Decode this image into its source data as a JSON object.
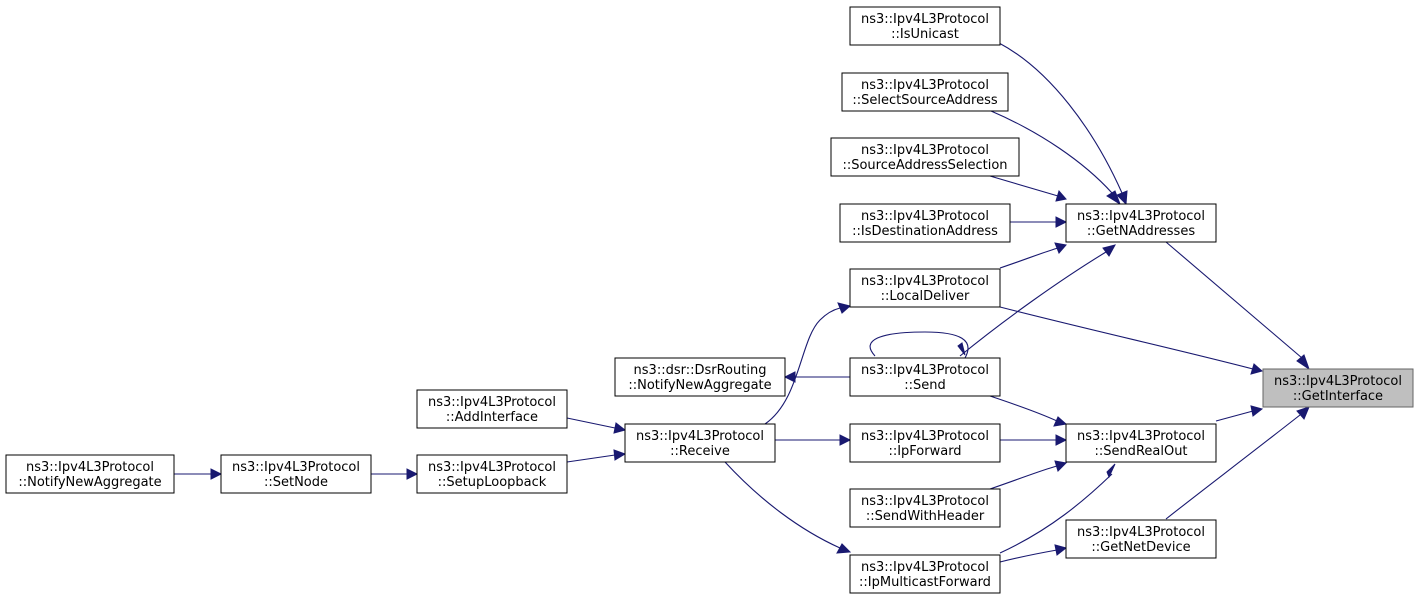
{
  "colors": {
    "edge": "#191970",
    "node_border": "#000000",
    "highlight_fill": "#bfbfbf",
    "highlight_border": "#666666",
    "background": "#ffffff"
  },
  "nodes": [
    {
      "id": "getinterface",
      "line1": "ns3::Ipv4L3Protocol",
      "line2": "::GetInterface",
      "highlight": true
    },
    {
      "id": "getnaddresses",
      "line1": "ns3::Ipv4L3Protocol",
      "line2": "::GetNAddresses"
    },
    {
      "id": "isunicast",
      "line1": "ns3::Ipv4L3Protocol",
      "line2": "::IsUnicast"
    },
    {
      "id": "selectsourceaddress",
      "line1": "ns3::Ipv4L3Protocol",
      "line2": "::SelectSourceAddress"
    },
    {
      "id": "sourceaddressselection",
      "line1": "ns3::Ipv4L3Protocol",
      "line2": "::SourceAddressSelection"
    },
    {
      "id": "isdestinationaddress",
      "line1": "ns3::Ipv4L3Protocol",
      "line2": "::IsDestinationAddress"
    },
    {
      "id": "localdeliver",
      "line1": "ns3::Ipv4L3Protocol",
      "line2": "::LocalDeliver"
    },
    {
      "id": "send",
      "line1": "ns3::Ipv4L3Protocol",
      "line2": "::Send"
    },
    {
      "id": "sendrealout",
      "line1": "ns3::Ipv4L3Protocol",
      "line2": "::SendRealOut"
    },
    {
      "id": "ipforward",
      "line1": "ns3::Ipv4L3Protocol",
      "line2": "::IpForward"
    },
    {
      "id": "sendwithheader",
      "line1": "ns3::Ipv4L3Protocol",
      "line2": "::SendWithHeader"
    },
    {
      "id": "getnetdevice",
      "line1": "ns3::Ipv4L3Protocol",
      "line2": "::GetNetDevice"
    },
    {
      "id": "ipmulticastforward",
      "line1": "ns3::Ipv4L3Protocol",
      "line2": "::IpMulticastForward"
    },
    {
      "id": "dsrnotify",
      "line1": "ns3::dsr::DsrRouting",
      "line2": "::NotifyNewAggregate"
    },
    {
      "id": "receive",
      "line1": "ns3::Ipv4L3Protocol",
      "line2": "::Receive"
    },
    {
      "id": "addinterface",
      "line1": "ns3::Ipv4L3Protocol",
      "line2": "::AddInterface"
    },
    {
      "id": "setuploopback",
      "line1": "ns3::Ipv4L3Protocol",
      "line2": "::SetupLoopback"
    },
    {
      "id": "setnode",
      "line1": "ns3::Ipv4L3Protocol",
      "line2": "::SetNode"
    },
    {
      "id": "notifynewaggregate",
      "line1": "ns3::Ipv4L3Protocol",
      "line2": "::NotifyNewAggregate"
    }
  ],
  "edges": [
    {
      "from": "getnaddresses",
      "to": "getinterface"
    },
    {
      "from": "isunicast",
      "to": "getnaddresses"
    },
    {
      "from": "selectsourceaddress",
      "to": "getnaddresses"
    },
    {
      "from": "sourceaddressselection",
      "to": "getnaddresses"
    },
    {
      "from": "isdestinationaddress",
      "to": "getnaddresses"
    },
    {
      "from": "localdeliver",
      "to": "getnaddresses"
    },
    {
      "from": "send",
      "to": "getnaddresses"
    },
    {
      "from": "localdeliver",
      "to": "getinterface"
    },
    {
      "from": "sendrealout",
      "to": "getinterface"
    },
    {
      "from": "getnetdevice",
      "to": "getinterface"
    },
    {
      "from": "send",
      "to": "sendrealout"
    },
    {
      "from": "ipforward",
      "to": "sendrealout"
    },
    {
      "from": "sendwithheader",
      "to": "sendrealout"
    },
    {
      "from": "ipmulticastforward",
      "to": "sendrealout"
    },
    {
      "from": "ipmulticastforward",
      "to": "getnetdevice"
    },
    {
      "from": "send",
      "to": "send"
    },
    {
      "from": "send",
      "to": "dsrnotify"
    },
    {
      "from": "receive",
      "to": "localdeliver"
    },
    {
      "from": "receive",
      "to": "ipforward"
    },
    {
      "from": "receive",
      "to": "ipmulticastforward"
    },
    {
      "from": "addinterface",
      "to": "receive"
    },
    {
      "from": "setuploopback",
      "to": "receive"
    },
    {
      "from": "setnode",
      "to": "setuploopback"
    },
    {
      "from": "notifynewaggregate",
      "to": "setnode"
    }
  ]
}
